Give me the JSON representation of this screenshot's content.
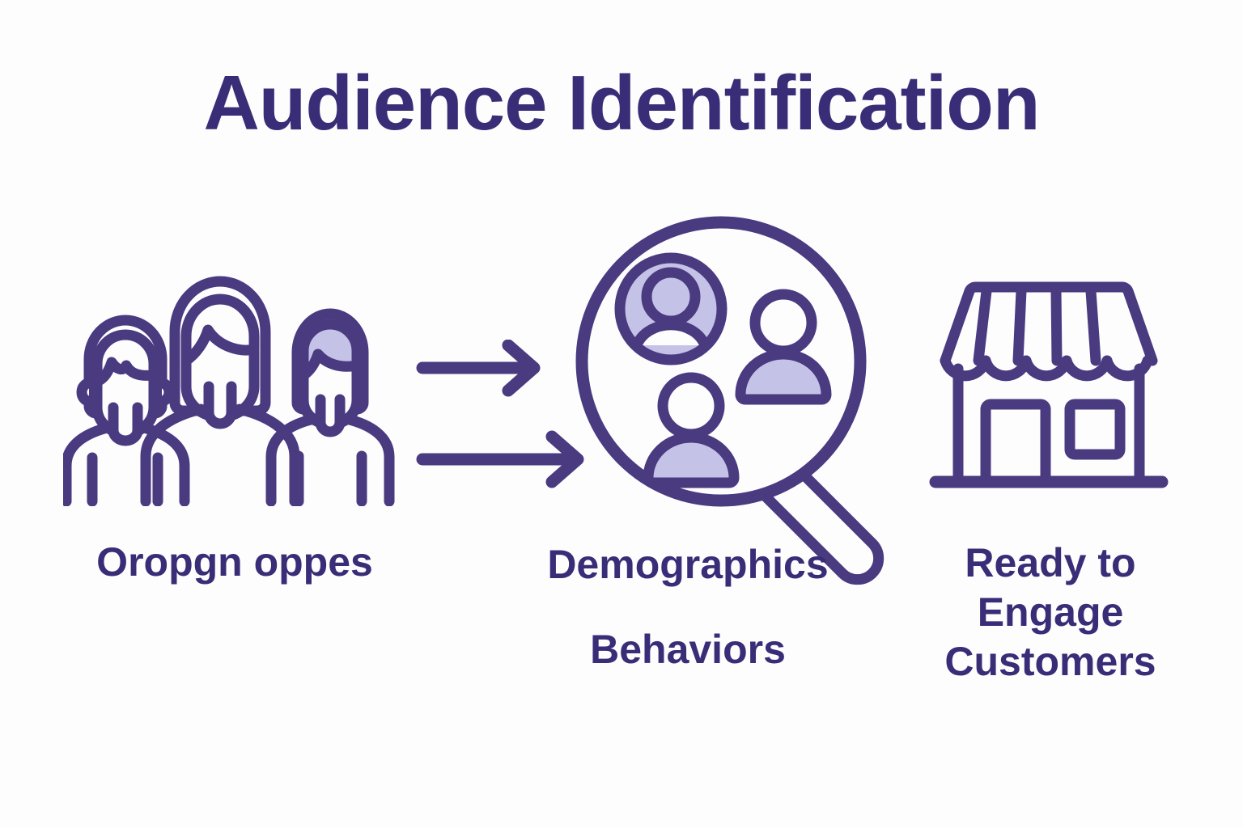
{
  "page": {
    "title": "Audience Identification",
    "background_color": "#fdfdfd"
  },
  "colors": {
    "stroke": "#4a3a80",
    "fill_light": "#c5c2e8",
    "text": "#3a2d78",
    "white": "#ffffff"
  },
  "stages": [
    {
      "id": "audience-group",
      "icon": "three-people-icon",
      "caption": "Oropgn oppes"
    },
    {
      "id": "research",
      "icon": "magnifying-glass-people-icon",
      "caption_line1": "Demographics",
      "caption_line2": "Behaviors"
    },
    {
      "id": "outcome",
      "icon": "storefront-icon",
      "caption_line1": "Ready to",
      "caption_line2": "Engage",
      "caption_line3": "Customers"
    }
  ],
  "connectors": [
    {
      "id": "arrow-top",
      "icon": "arrow-right-icon"
    },
    {
      "id": "arrow-bottom",
      "icon": "arrow-right-icon"
    }
  ]
}
